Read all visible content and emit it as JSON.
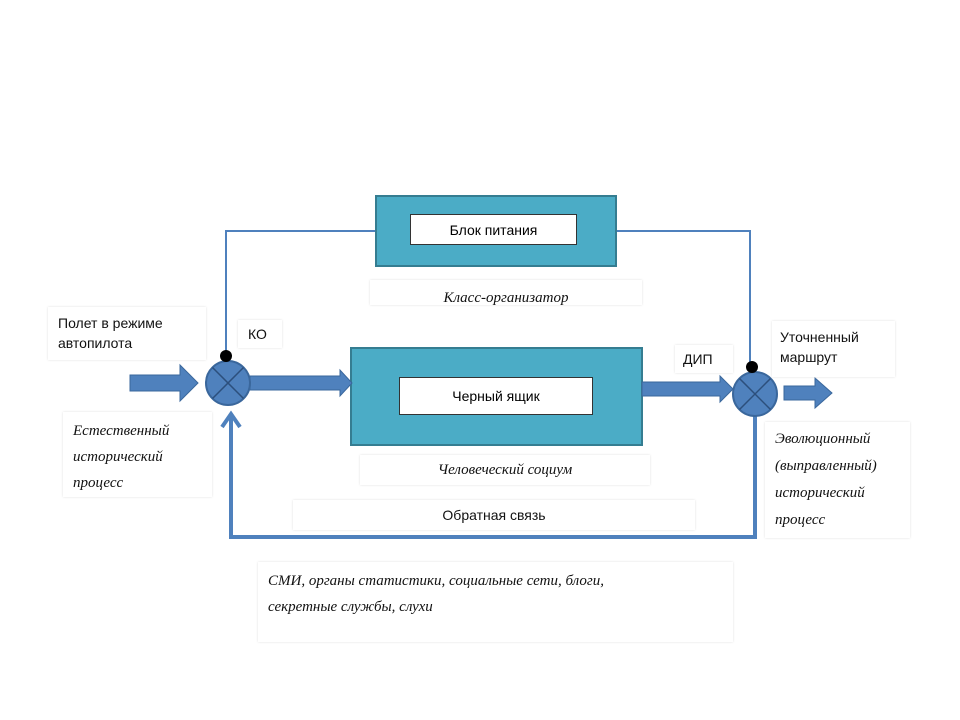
{
  "blocks": {
    "power": "Блок питания",
    "black_box": "Черный ящик"
  },
  "labels": {
    "organizer_class": "Класс-организатор",
    "human_society": "Человеческий социум",
    "feedback": "Обратная связь",
    "ko": "КО",
    "dip": "ДИП",
    "autopilot": "Полет в режиме автопилота",
    "refined_route": "Уточненный маршрут",
    "natural_process": "Естественный исторический процесс",
    "evolutionary_process": "Эволюционный (выправленный) исторический процесс",
    "sources": "СМИ, органы статистики, социальные сети, блоги, секретные службы, слухи"
  },
  "colors": {
    "block_fill": "#4BACC6",
    "block_stroke": "#357D91",
    "arrow": "#4F81BD",
    "line": "#4F81BD"
  }
}
